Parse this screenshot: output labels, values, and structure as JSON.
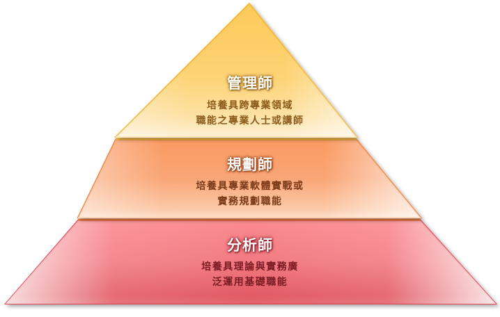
{
  "diagram": {
    "type": "pyramid",
    "tiers": [
      {
        "level": "top",
        "title": "管理師",
        "desc_line1": "培養具跨專業領域",
        "desc_line2": "職能之專業人士或講師",
        "fill_colors": [
          "#fdd36a",
          "#fde7b0"
        ],
        "border_color": "#f5b93a"
      },
      {
        "level": "middle",
        "title": "規劃師",
        "desc_line1": "培養具專業軟體實戰或",
        "desc_line2": "實務規劃職能",
        "fill_colors": [
          "#f8a26a",
          "#fde0cc"
        ],
        "border_color": "#f0803a"
      },
      {
        "level": "bottom",
        "title": "分析師",
        "desc_line1": "培養具理論與實務廣",
        "desc_line2": "泛運用基礎職能",
        "fill_colors": [
          "#e9626e",
          "#fbe3e4"
        ],
        "border_color": "#e0505c"
      }
    ]
  }
}
